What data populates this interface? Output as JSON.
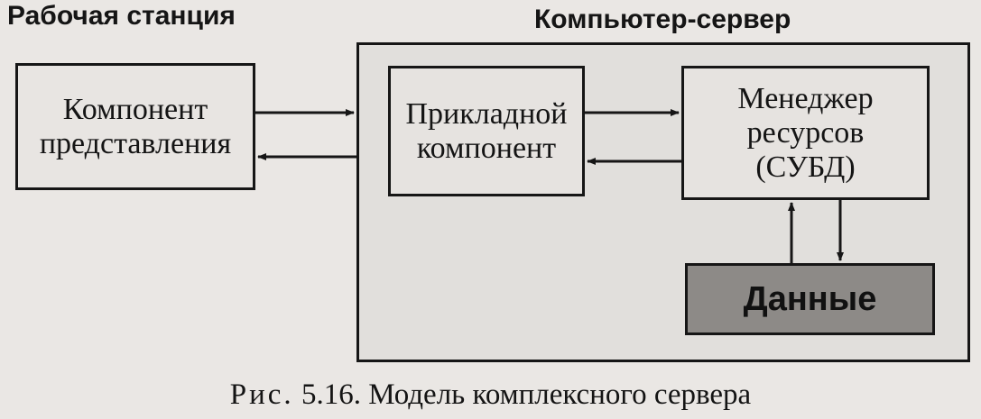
{
  "headings": {
    "workstation": "Рабочая станция",
    "server": "Компьютер-сервер"
  },
  "boxes": {
    "presentation": "Компонент\nпредставления",
    "application": "Прикладной\nкомпонент",
    "resource_manager": "Менеджер\nресурсов\n(СУБД)",
    "data": "Данные"
  },
  "caption": {
    "label": "Рис.",
    "text": "5.16. Модель комплексного сервера"
  },
  "colors": {
    "line": "#161616",
    "data_fill": "#8d8a87",
    "background": "#eae7e4"
  }
}
